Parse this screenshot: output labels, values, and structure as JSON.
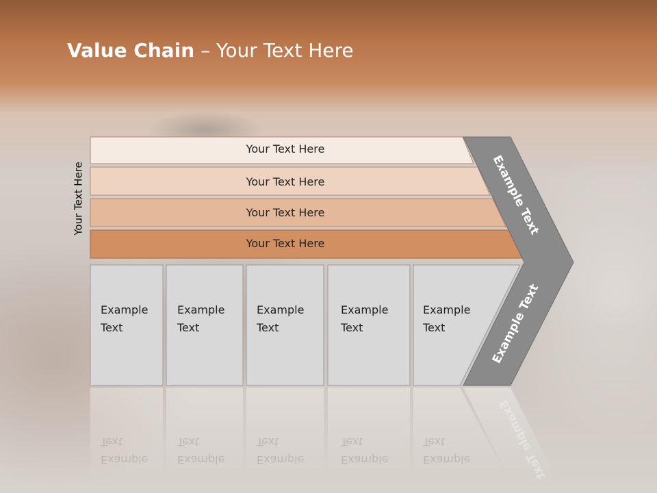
{
  "title": {
    "bold": "Value Chain",
    "rest": " – Your Text Here"
  },
  "side_label": "Your Text Here",
  "bands": [
    {
      "label": "Your Text Here",
      "color": "#f5ebe3"
    },
    {
      "label": "Your Text Here",
      "color": "#eed4c0"
    },
    {
      "label": "Your Text Here",
      "color": "#e4b99b"
    },
    {
      "label": "Your Text Here",
      "color": "#d18f62"
    }
  ],
  "boxes": [
    {
      "line1": "Example",
      "line2": "Text"
    },
    {
      "line1": "Example",
      "line2": "Text"
    },
    {
      "line1": "Example",
      "line2": "Text"
    },
    {
      "line1": "Example",
      "line2": "Text"
    },
    {
      "line1": "Example",
      "line2": "Text"
    }
  ],
  "arrow_labels": {
    "upper": "Example Text",
    "lower": "Example Text"
  },
  "colors": {
    "box_fill": "#d8d8d8",
    "arrow_fill": "#8a8a8a"
  }
}
